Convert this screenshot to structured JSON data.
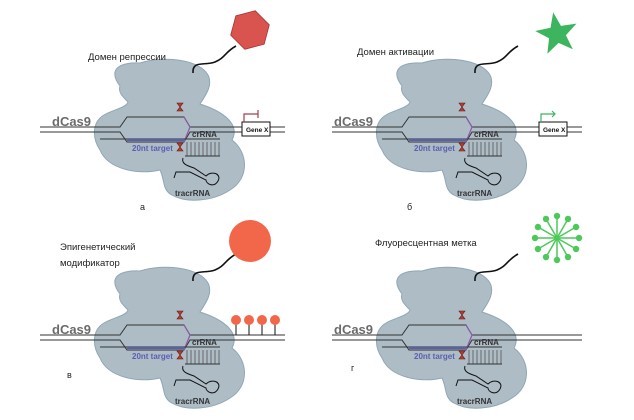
{
  "figure": {
    "panels": [
      {
        "id": "a",
        "letter": "а",
        "title_lines": [
          "Домен репрессии"
        ],
        "protein_label": "dCas9",
        "crRNA_label": "crRNA",
        "target_label": "20nt target",
        "tracr_label": "tracrRNA",
        "gene_label": "Gene X",
        "effector": "hexagon",
        "effector_color": "#d9534f",
        "promoter": "repressed",
        "promoter_color": "#a0404a"
      },
      {
        "id": "b",
        "letter": "б",
        "title_lines": [
          "Домен активации"
        ],
        "protein_label": "dCas9",
        "crRNA_label": "crRNA",
        "target_label": "20nt target",
        "tracr_label": "tracrRNA",
        "gene_label": "Gene X",
        "effector": "star",
        "effector_color": "#3cb55e",
        "promoter": "active",
        "promoter_color": "#3cb55e"
      },
      {
        "id": "v",
        "letter": "в",
        "title_lines": [
          "Эпигенетический",
          "модификатор"
        ],
        "protein_label": "dCas9",
        "crRNA_label": "crRNA",
        "target_label": "20nt target",
        "tracr_label": "tracrRNA",
        "effector": "circle",
        "effector_color": "#f2674a",
        "marks_count": 4,
        "marks_color": "#f2674a"
      },
      {
        "id": "g",
        "letter": "г",
        "title_lines": [
          "Флуоресцентная метка"
        ],
        "protein_label": "dCas9",
        "crRNA_label": "crRNA",
        "target_label": "20nt target",
        "tracr_label": "tracrRNA",
        "effector": "fluorophore",
        "effector_color": "#4cc95a"
      }
    ],
    "colors": {
      "blob_fill": "#a9b9c2",
      "blob_stroke": "#8aa3b1",
      "dna": "#333333",
      "target_strand": "#5a5fb0",
      "pam_strand": "#8a5aa8",
      "mutation_mark": "#c0392b"
    }
  }
}
